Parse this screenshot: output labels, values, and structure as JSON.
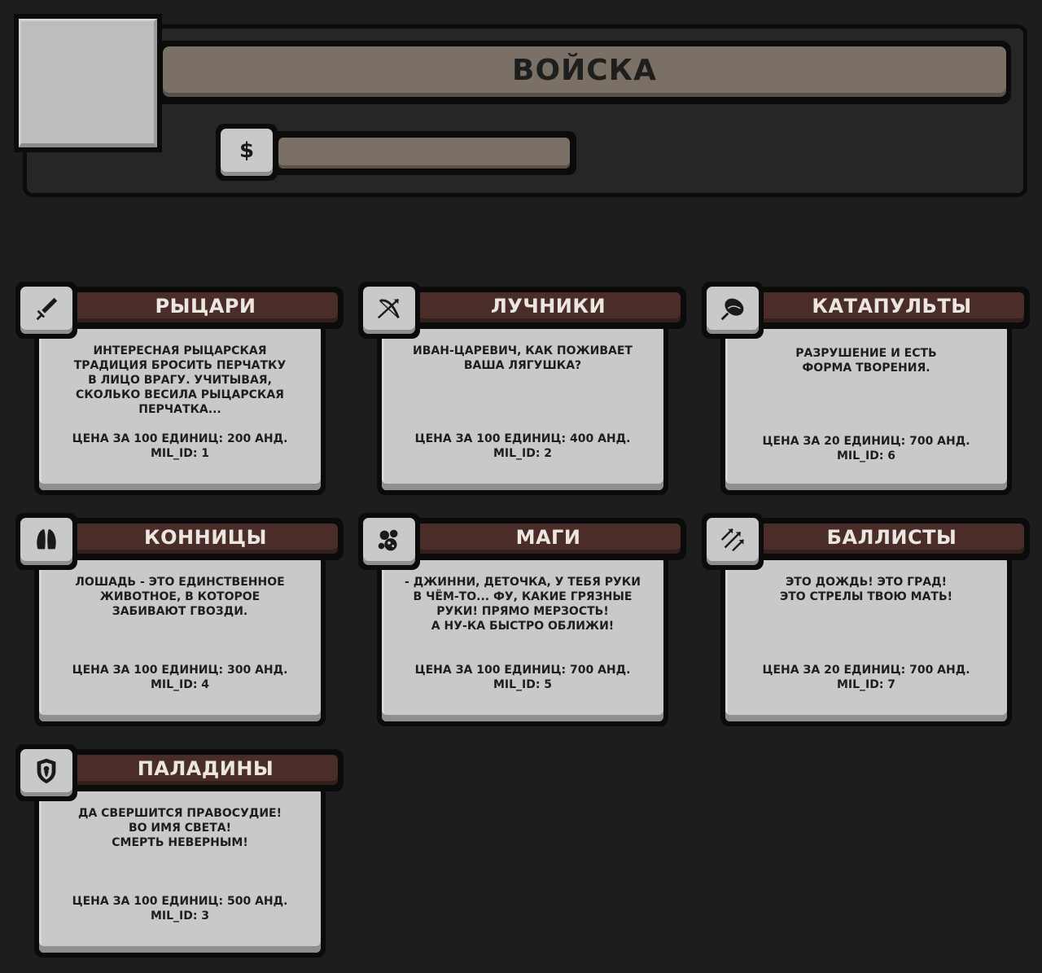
{
  "header": {
    "title": "ВОЙСКА",
    "money_icon": "$"
  },
  "units": [
    {
      "icon": "sword-icon",
      "name": "РЫЦАРИ",
      "description": [
        "ИНТЕРЕСНАЯ РЫЦАРСКАЯ",
        "ТРАДИЦИЯ БРОСИТЬ ПЕРЧАТКУ",
        "В ЛИЦО ВРАГУ. УЧИТЫВАЯ,",
        "СКОЛЬКО ВЕСИЛА РЫЦАРСКАЯ",
        "ПЕРЧАТКА..."
      ],
      "price": "ЦЕНА ЗА 100 ЕДИНИЦ: 200 АНД.",
      "mil_id": "MIL_ID: 1"
    },
    {
      "icon": "bow-icon",
      "name": "ЛУЧНИКИ",
      "description": [
        "ИВАН-ЦАРЕВИЧ, КАК ПОЖИВАЕТ",
        "ВАША ЛЯГУШКА?"
      ],
      "price": "ЦЕНА ЗА 100 ЕДИНИЦ: 400 АНД.",
      "mil_id": "MIL_ID: 2"
    },
    {
      "icon": "catapult-stone-icon",
      "name": "КАТАПУЛЬТЫ",
      "description": [
        "РАЗРУШЕНИЕ И ЕСТЬ",
        "ФОРМА ТВОРЕНИЯ."
      ],
      "price": "ЦЕНА ЗА 20 ЕДИНИЦ: 700 АНД.",
      "mil_id": "MIL_ID: 6"
    },
    {
      "icon": "horse-hoof-icon",
      "name": "КОННИЦЫ",
      "description": [
        "ЛОШАДЬ - ЭТО ЕДИНСТВЕННОЕ",
        "ЖИВОТНОЕ, В КОТОРОЕ",
        "ЗАБИВАЮТ ГВОЗДИ."
      ],
      "price": "ЦЕНА ЗА 100 ЕДИНИЦ: 300 АНД.",
      "mil_id": "MIL_ID: 4"
    },
    {
      "icon": "magic-orbs-icon",
      "name": "МАГИ",
      "description": [
        "- ДЖИННИ, ДЕТОЧКА, У ТЕБЯ РУКИ",
        "В ЧЁМ-ТО... ФУ, КАКИЕ ГРЯЗНЫЕ",
        "РУКИ! ПРЯМО МЕРЗОСТЬ!",
        "А НУ-КА БЫСТРО ОБЛИЖИ!"
      ],
      "price": "ЦЕНА ЗА 100 ЕДИНИЦ: 700 АНД.",
      "mil_id": "MIL_ID: 5"
    },
    {
      "icon": "arrows-volley-icon",
      "name": "БАЛЛИСТЫ",
      "description": [
        "ЭТО ДОЖДЬ! ЭТО ГРАД!",
        "ЭТО СТРЕЛЫ ТВОЮ МАТЬ!"
      ],
      "price": "ЦЕНА ЗА 20 ЕДИНИЦ: 700 АНД.",
      "mil_id": "MIL_ID: 7"
    },
    {
      "icon": "shield-icon",
      "name": "ПАЛАДИНЫ",
      "description": [
        "ДА СВЕРШИТСЯ ПРАВОСУДИЕ!",
        "ВО ИМЯ СВЕТА!",
        "СМЕРТЬ НЕВЕРНЫМ!"
      ],
      "price": "ЦЕНА ЗА 100 ЕДИНИЦ: 500 АНД.",
      "mil_id": "MIL_ID: 3"
    }
  ]
}
